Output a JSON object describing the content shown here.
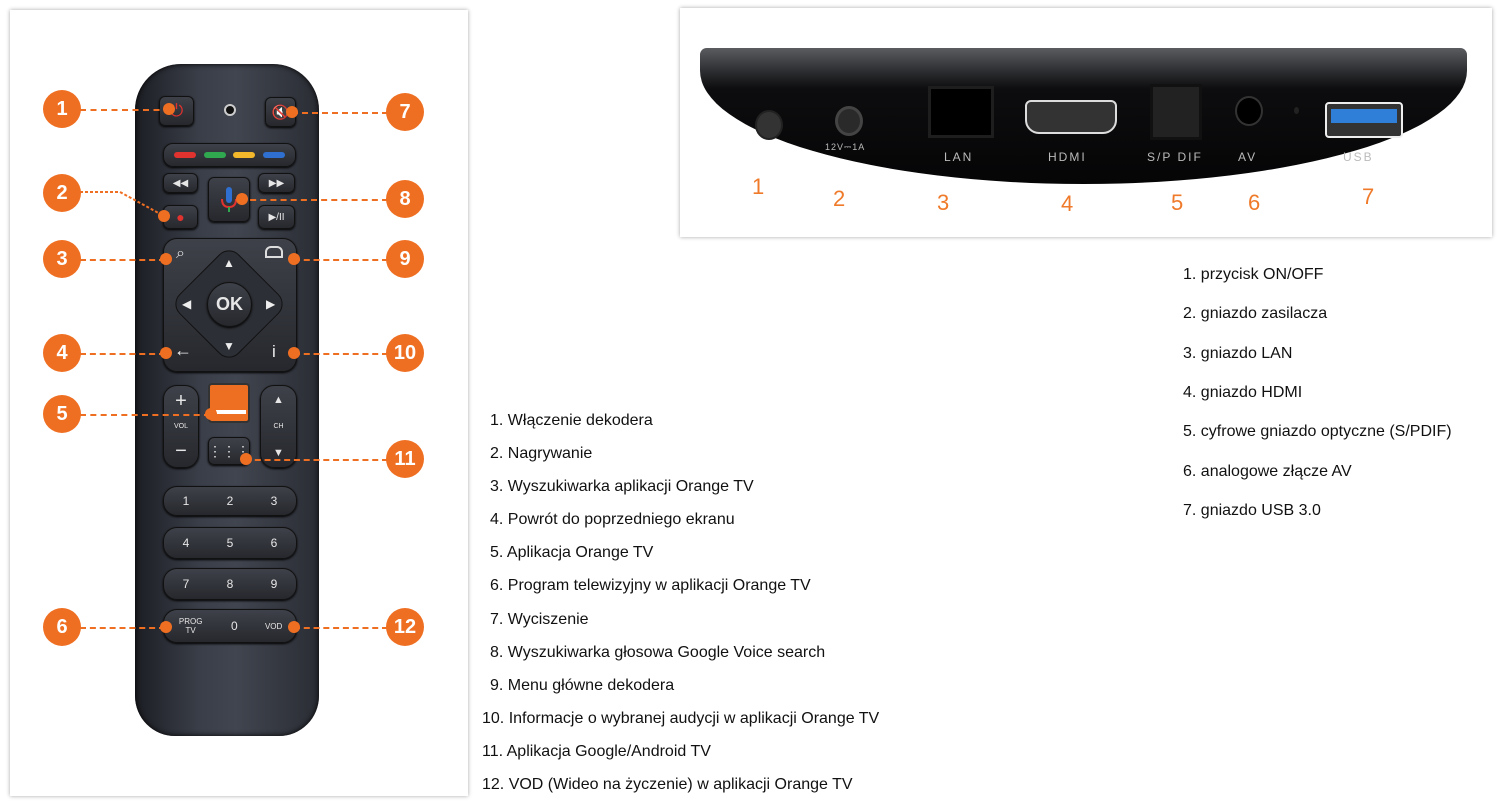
{
  "remote": {
    "buttons": {
      "ok": "OK",
      "vol": "VOL",
      "ch": "CH",
      "prog": "PROG TV",
      "vod": "VOD",
      "plus": "+",
      "minus": "−",
      "info": "i"
    },
    "numbers": [
      "1",
      "2",
      "3",
      "4",
      "5",
      "6",
      "7",
      "8",
      "9",
      "0"
    ],
    "callouts_left": [
      "1",
      "2",
      "3",
      "4",
      "5",
      "6"
    ],
    "callouts_right": [
      "7",
      "8",
      "9",
      "10",
      "11",
      "12"
    ],
    "color_keys": [
      "#e0322f",
      "#2fa84f",
      "#f2b72a",
      "#2f6fd0"
    ]
  },
  "remote_legend": [
    "1. Włączenie dekodera",
    "2. Nagrywanie",
    "3. Wyszukiwarka aplikacji Orange TV",
    "4. Powrót do poprzedniego  ekranu",
    "5. Aplikacja Orange TV",
    "6. Program telewizyjny w aplikacji Orange TV",
    "7. Wyciszenie",
    "8. Wyszukiwarka głosowa Google Voice search",
    "9. Menu główne dekodera",
    "10. Informacje o wybranej audycji w  aplikacji Orange TV",
    "11. Aplikacja Google/Android TV",
    "12. VOD (Wideo na życzenie) w aplikacji Orange TV"
  ],
  "device": {
    "port_labels": {
      "power": "12V⎓1A",
      "lan": "LAN",
      "hdmi": "HDMI",
      "spdif": "S/P DIF",
      "av": "AV",
      "usb": "USB"
    },
    "numbers": [
      "1",
      "2",
      "3",
      "4",
      "5",
      "6",
      "7"
    ]
  },
  "device_legend": [
    "1. przycisk ON/OFF",
    "2. gniazdo zasilacza",
    "3. gniazdo LAN",
    "4. gniazdo HDMI",
    "5. cyfrowe gniazdo optyczne (S/PDIF)",
    "6. analogowe złącze AV",
    "7. gniazdo USB 3.0"
  ],
  "colors": {
    "accent": "#ef6f22",
    "usb": "#2f7fd8"
  }
}
